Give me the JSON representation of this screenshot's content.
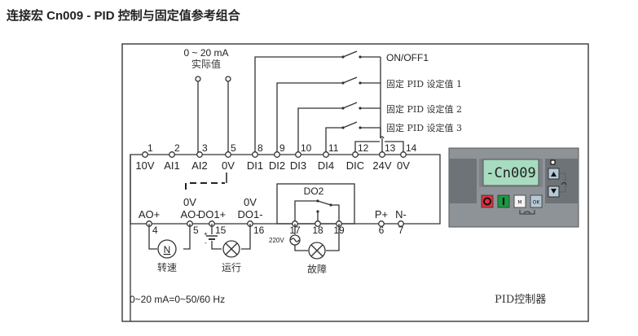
{
  "title": "连接宏 Cn009 - PID 控制与固定值参考组合",
  "analog_input": {
    "range": "0 ~ 20 mA",
    "label": "实际值"
  },
  "switch_labels": [
    "ON/OFF1",
    "固定 PID 设定值 1",
    "固定 PID 设定值 2",
    "固定 PID 设定值 3"
  ],
  "top_terminals": [
    {
      "num": "1",
      "label": "10V"
    },
    {
      "num": "2",
      "label": "AI1"
    },
    {
      "num": "3",
      "label": "AI2"
    },
    {
      "num": "5",
      "label": "0V"
    },
    {
      "num": "8",
      "label": "DI1"
    },
    {
      "num": "9",
      "label": "DI2"
    },
    {
      "num": "10",
      "label": "DI3"
    },
    {
      "num": "11",
      "label": "DI4"
    },
    {
      "num": "12",
      "label": "DIC"
    },
    {
      "num": "13",
      "label": "24V"
    },
    {
      "num": "14",
      "label": "0V"
    }
  ],
  "bottom_terminals": [
    {
      "num": "4",
      "label": "AO+",
      "sub": ""
    },
    {
      "num": "5",
      "label": "AO-",
      "sub": "0V"
    },
    {
      "num": "15",
      "label": "DO1+",
      "sub": ""
    },
    {
      "num": "16",
      "label": "DO1-",
      "sub": "0V"
    },
    {
      "num": "17",
      "label": "",
      "sub": ""
    },
    {
      "num": "18",
      "label": "",
      "sub": ""
    },
    {
      "num": "19",
      "label": "",
      "sub": ""
    },
    {
      "num": "6",
      "label": "P+",
      "sub": ""
    },
    {
      "num": "7",
      "label": "N-",
      "sub": ""
    }
  ],
  "relay_label": "DO2",
  "supply_voltage": "220V",
  "loads": {
    "speed": "转速",
    "speed_symbol": "N",
    "run": "运行",
    "fault": "故障"
  },
  "footer_note": "0~20 mA=0~50/60 Hz",
  "controller_label": "PID控制器",
  "panel": {
    "display": "-Cn009",
    "buttons": {
      "stop": "O",
      "start": "I",
      "menu": "M",
      "ok": "OK"
    },
    "colors": {
      "display_bg": "#a8dcc0",
      "stop": "#e03040",
      "start": "#1a9a40",
      "panel": "#8e9397"
    }
  }
}
